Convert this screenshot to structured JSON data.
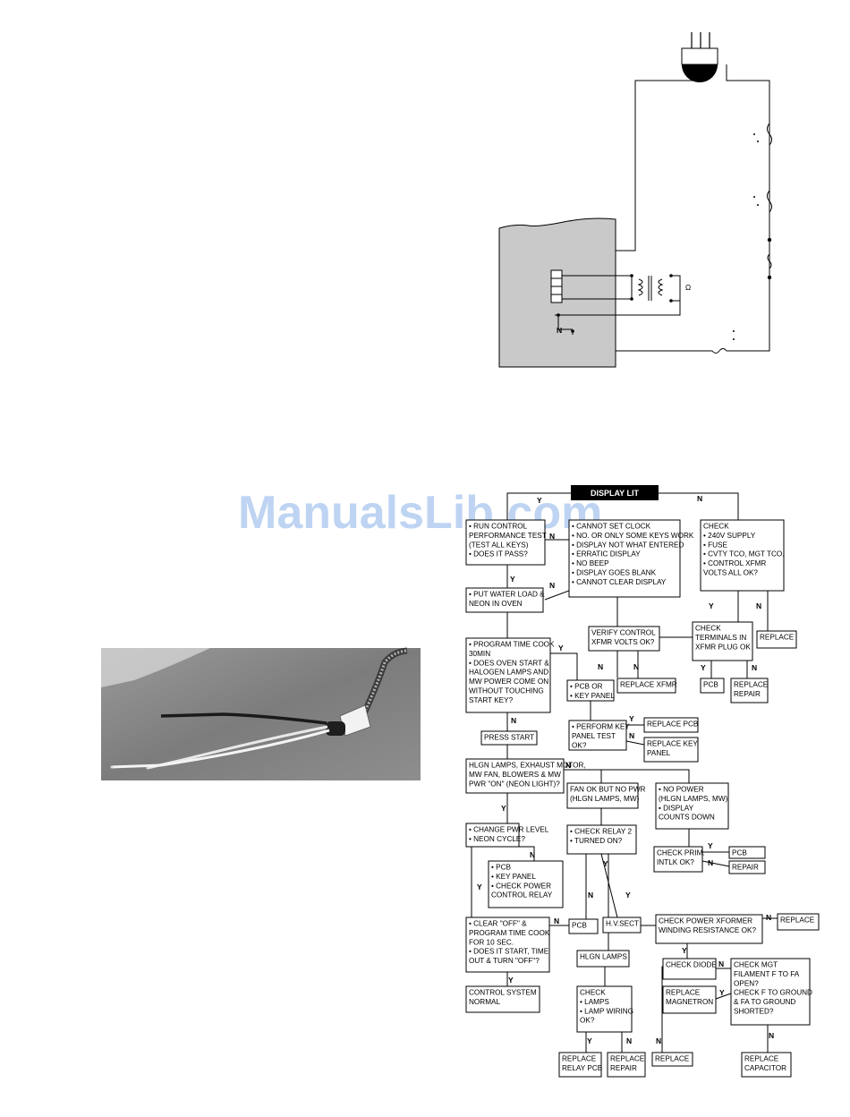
{
  "watermark": "ManualsLib.com",
  "schematic": {
    "ohm_symbol": "Ω",
    "neutral_label": "N"
  },
  "photo": {
    "description_hidden": ""
  },
  "flowchart": {
    "header": "DISPLAY LIT",
    "decision_y": "Y",
    "decision_n": "N",
    "boxes": {
      "run_test": [
        "• RUN CONTROL",
        "PERFORMANCE TEST",
        "(TEST ALL KEYS)",
        "• DOES IT PASS?"
      ],
      "cannot_set": [
        "• CANNOT SET CLOCK",
        "• NO. OR ONLY SOME KEYS WORK",
        "• DISPLAY NOT WHAT ENTERED",
        "• ERRATIC DISPLAY",
        "• NO BEEP",
        "• DISPLAY GOES BLANK",
        "• CANNOT CLEAR DISPLAY"
      ],
      "check_supply": [
        "CHECK",
        "• 240V SUPPLY",
        "• FUSE",
        "• CVTY TCO, MGT TCO.",
        "• CONTROL XFMR",
        "  VOLTS ALL OK?"
      ],
      "water_load": [
        "• PUT WATER LOAD &",
        "NEON IN OVEN"
      ],
      "verify_xfmr": [
        "VERIFY CONTROL",
        "XFMR VOLTS OK?"
      ],
      "check_terminals": [
        "CHECK",
        "TERMINALS IN",
        "XFMR PLUG OK"
      ],
      "replace_a": [
        "REPLACE"
      ],
      "program_cook": [
        "• PROGRAM TIME COOK",
        "30MIN",
        "• DOES OVEN START &",
        "HALOGEN LAMPS AND",
        "MW POWER COME ON",
        "WITHOUT TOUCHING",
        "START KEY?"
      ],
      "pcb_or_key": [
        "• PCB OR",
        "• KEY PANEL"
      ],
      "replace_xfmr": [
        "REPLACE XFMR"
      ],
      "pcb_a": [
        "PCB"
      ],
      "replace_repair_a": [
        "REPLACE",
        "REPAIR"
      ],
      "perform_key": [
        "• PERFORM KEY",
        "PANEL TEST",
        "OK?"
      ],
      "replace_pcb": [
        "REPLACE PCB"
      ],
      "replace_key_panel": [
        "REPLACE KEY",
        "PANEL"
      ],
      "press_start": [
        "PRESS START"
      ],
      "hlgn_lamps_exhaust": [
        "HLGN LAMPS, EXHAUST MOTOR,",
        "MW FAN, BLOWERS & MW",
        "PWR \"ON\" (NEON LIGHT)?"
      ],
      "fan_ok": [
        "FAN OK BUT NO PWR",
        "(HLGN LAMPS, MW)"
      ],
      "no_power": [
        "• NO POWER",
        "(HLGN LAMPS, MW)",
        "• DISPLAY",
        "COUNTS DOWN"
      ],
      "change_pwr": [
        "• CHANGE PWR LEVEL",
        "• NEON CYCLE?"
      ],
      "check_relay": [
        "• CHECK RELAY 2",
        "• TURNED ON?"
      ],
      "check_prim": [
        "CHECK PRIM.",
        "INTLK OK?"
      ],
      "pcb_b": [
        "PCB"
      ],
      "repair_b": [
        "REPAIR"
      ],
      "pcb_key_power": [
        "• PCB",
        "• KEY PANEL",
        "• CHECK POWER",
        "CONTROL RELAY"
      ],
      "clear_off": [
        "• CLEAR \"OFF\" &",
        "PROGRAM TIME COOK",
        "FOR 10 SEC.",
        "• DOES IT START, TIME",
        "OUT & TURN \"OFF\"?"
      ],
      "pcb_c": [
        "PCB"
      ],
      "hv_sect": [
        "H.V.SECT"
      ],
      "check_power_xformer": [
        "CHECK POWER XFORMER",
        "WINDING RESISTANCE OK?"
      ],
      "replace_b": [
        "REPLACE"
      ],
      "hlgn_lamps": [
        "HLGN LAMPS"
      ],
      "check_diode": [
        "CHECK DIODE"
      ],
      "check_mgt": [
        "CHECK MGT",
        "FILAMENT F TO FA",
        "OPEN?",
        "CHECK F TO GROUND",
        "& FA TO GROUND",
        "SHORTED?"
      ],
      "replace_magnetron": [
        "REPLACE",
        "MAGNETRON"
      ],
      "control_normal": [
        "CONTROL SYSTEM",
        "NORMAL"
      ],
      "check_lamps": [
        "CHECK",
        "• LAMPS",
        "• LAMP WIRING",
        "OK?"
      ],
      "replace_relay_pcb": [
        "REPLACE",
        "RELAY PCB"
      ],
      "replace_repair_b": [
        "REPLACE",
        "REPAIR"
      ],
      "replace_c": [
        "REPLACE"
      ],
      "replace_capacitor": [
        "REPLACE",
        "CAPACITOR"
      ]
    }
  }
}
